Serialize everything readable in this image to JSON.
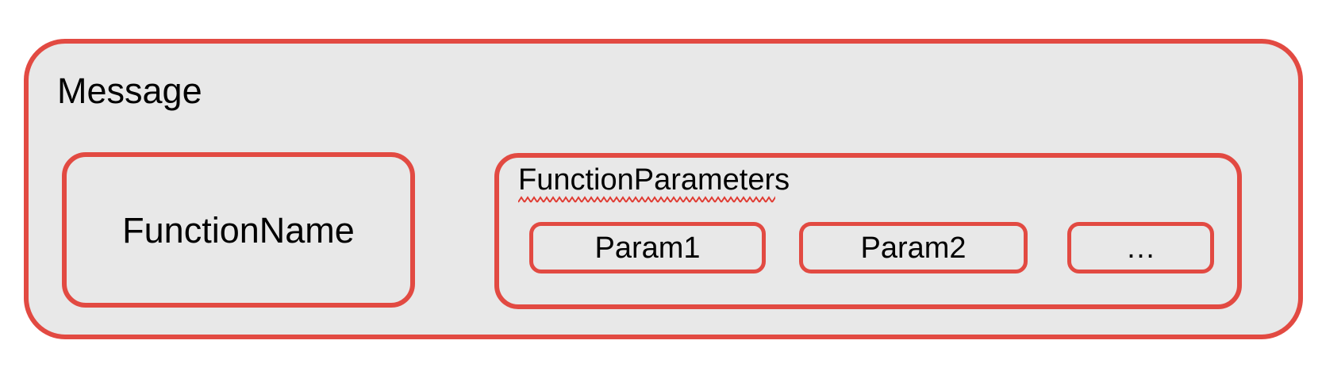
{
  "diagram": {
    "message_box": {
      "label": "Message"
    },
    "function_name_box": {
      "label": "FunctionName"
    },
    "function_parameters_box": {
      "label": "FunctionParameters",
      "params": [
        {
          "label": "Param1"
        },
        {
          "label": "Param2"
        },
        {
          "label": "…"
        }
      ]
    }
  },
  "colors": {
    "border_red": "#e24a42",
    "squiggle_red": "#e03a31",
    "box_fill": "#e8e8e8",
    "text": "#000000",
    "page_background": "#ffffff"
  }
}
